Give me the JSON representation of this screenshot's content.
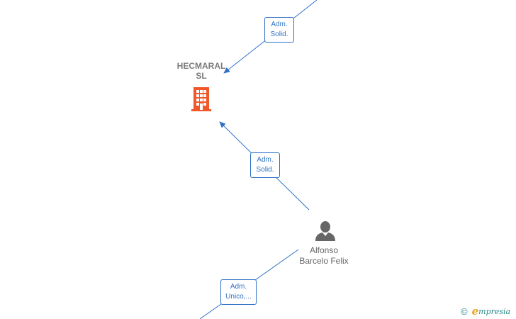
{
  "diagram": {
    "company": {
      "name_line1": "HECMARAL",
      "name_line2": "SL",
      "icon": "building-icon",
      "icon_color": "#f0582a"
    },
    "person": {
      "name_line1": "Alfonso",
      "name_line2": "Barcelo Felix",
      "icon": "person-icon",
      "icon_color": "#666666"
    },
    "edges": [
      {
        "label_line1": "Adm.",
        "label_line2": "Solid."
      },
      {
        "label_line1": "Adm.",
        "label_line2": "Solid."
      },
      {
        "label_line1": "Adm.",
        "label_line2": "Unico,..."
      }
    ],
    "edge_color": "#2f72c4"
  },
  "brand": {
    "copyright": "©",
    "logo_initial": "e",
    "logo_rest": "mpresia"
  }
}
